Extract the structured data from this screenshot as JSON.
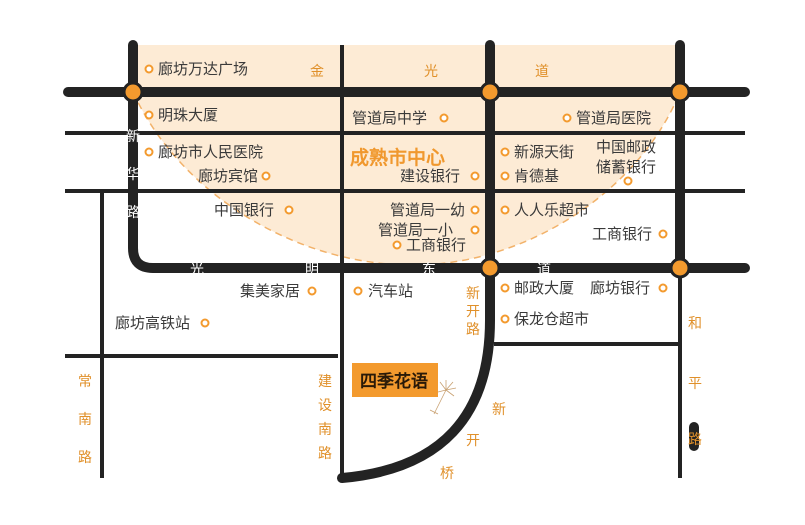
{
  "map": {
    "center_label": "成熟市中心",
    "project_name": "四季花语",
    "colors": {
      "road": "#232323",
      "accent": "#f39a2e",
      "zone": "#fdebd5",
      "text": "#3a3a3a"
    },
    "roads": {
      "jinguang": [
        "金",
        "光",
        "道"
      ],
      "guangming": [
        "光",
        "明",
        "东",
        "道"
      ],
      "xinhua": [
        "新",
        "华",
        "路"
      ],
      "changnan": [
        "常",
        "南",
        "路"
      ],
      "jianshenan": [
        "建",
        "设",
        "南",
        "路"
      ],
      "xinkai_road": [
        "新",
        "开",
        "路"
      ],
      "xinkai_bridge": [
        "新",
        "开",
        "桥"
      ],
      "heping": [
        "和",
        "平",
        "路"
      ]
    },
    "pois": {
      "wanda": "廊坊万达广场",
      "mingzhu": "明珠大厦",
      "hospital_people": "廊坊市人民医院",
      "binguan": "廊坊宾馆",
      "boc": "中国银行",
      "guandao_school": "管道局中学",
      "ccb": "建设银行",
      "guandao_yiyou": "管道局一幼",
      "guandao_yixiao": "管道局一小",
      "icbc_center": "工商银行",
      "guandao_hospital": "管道局医院",
      "xinyuan": "新源天街",
      "kfc": "肯德基",
      "postal_savings_1": "中国邮政",
      "postal_savings_2": "储蓄银行",
      "renrenle": "人人乐超市",
      "icbc_east": "工商银行",
      "jimei": "集美家居",
      "bus_station": "汽车站",
      "highspeed": "廊坊高铁站",
      "post_building": "邮政大厦",
      "langfang_bank": "廊坊银行",
      "baolongcang": "保龙仓超市"
    }
  }
}
